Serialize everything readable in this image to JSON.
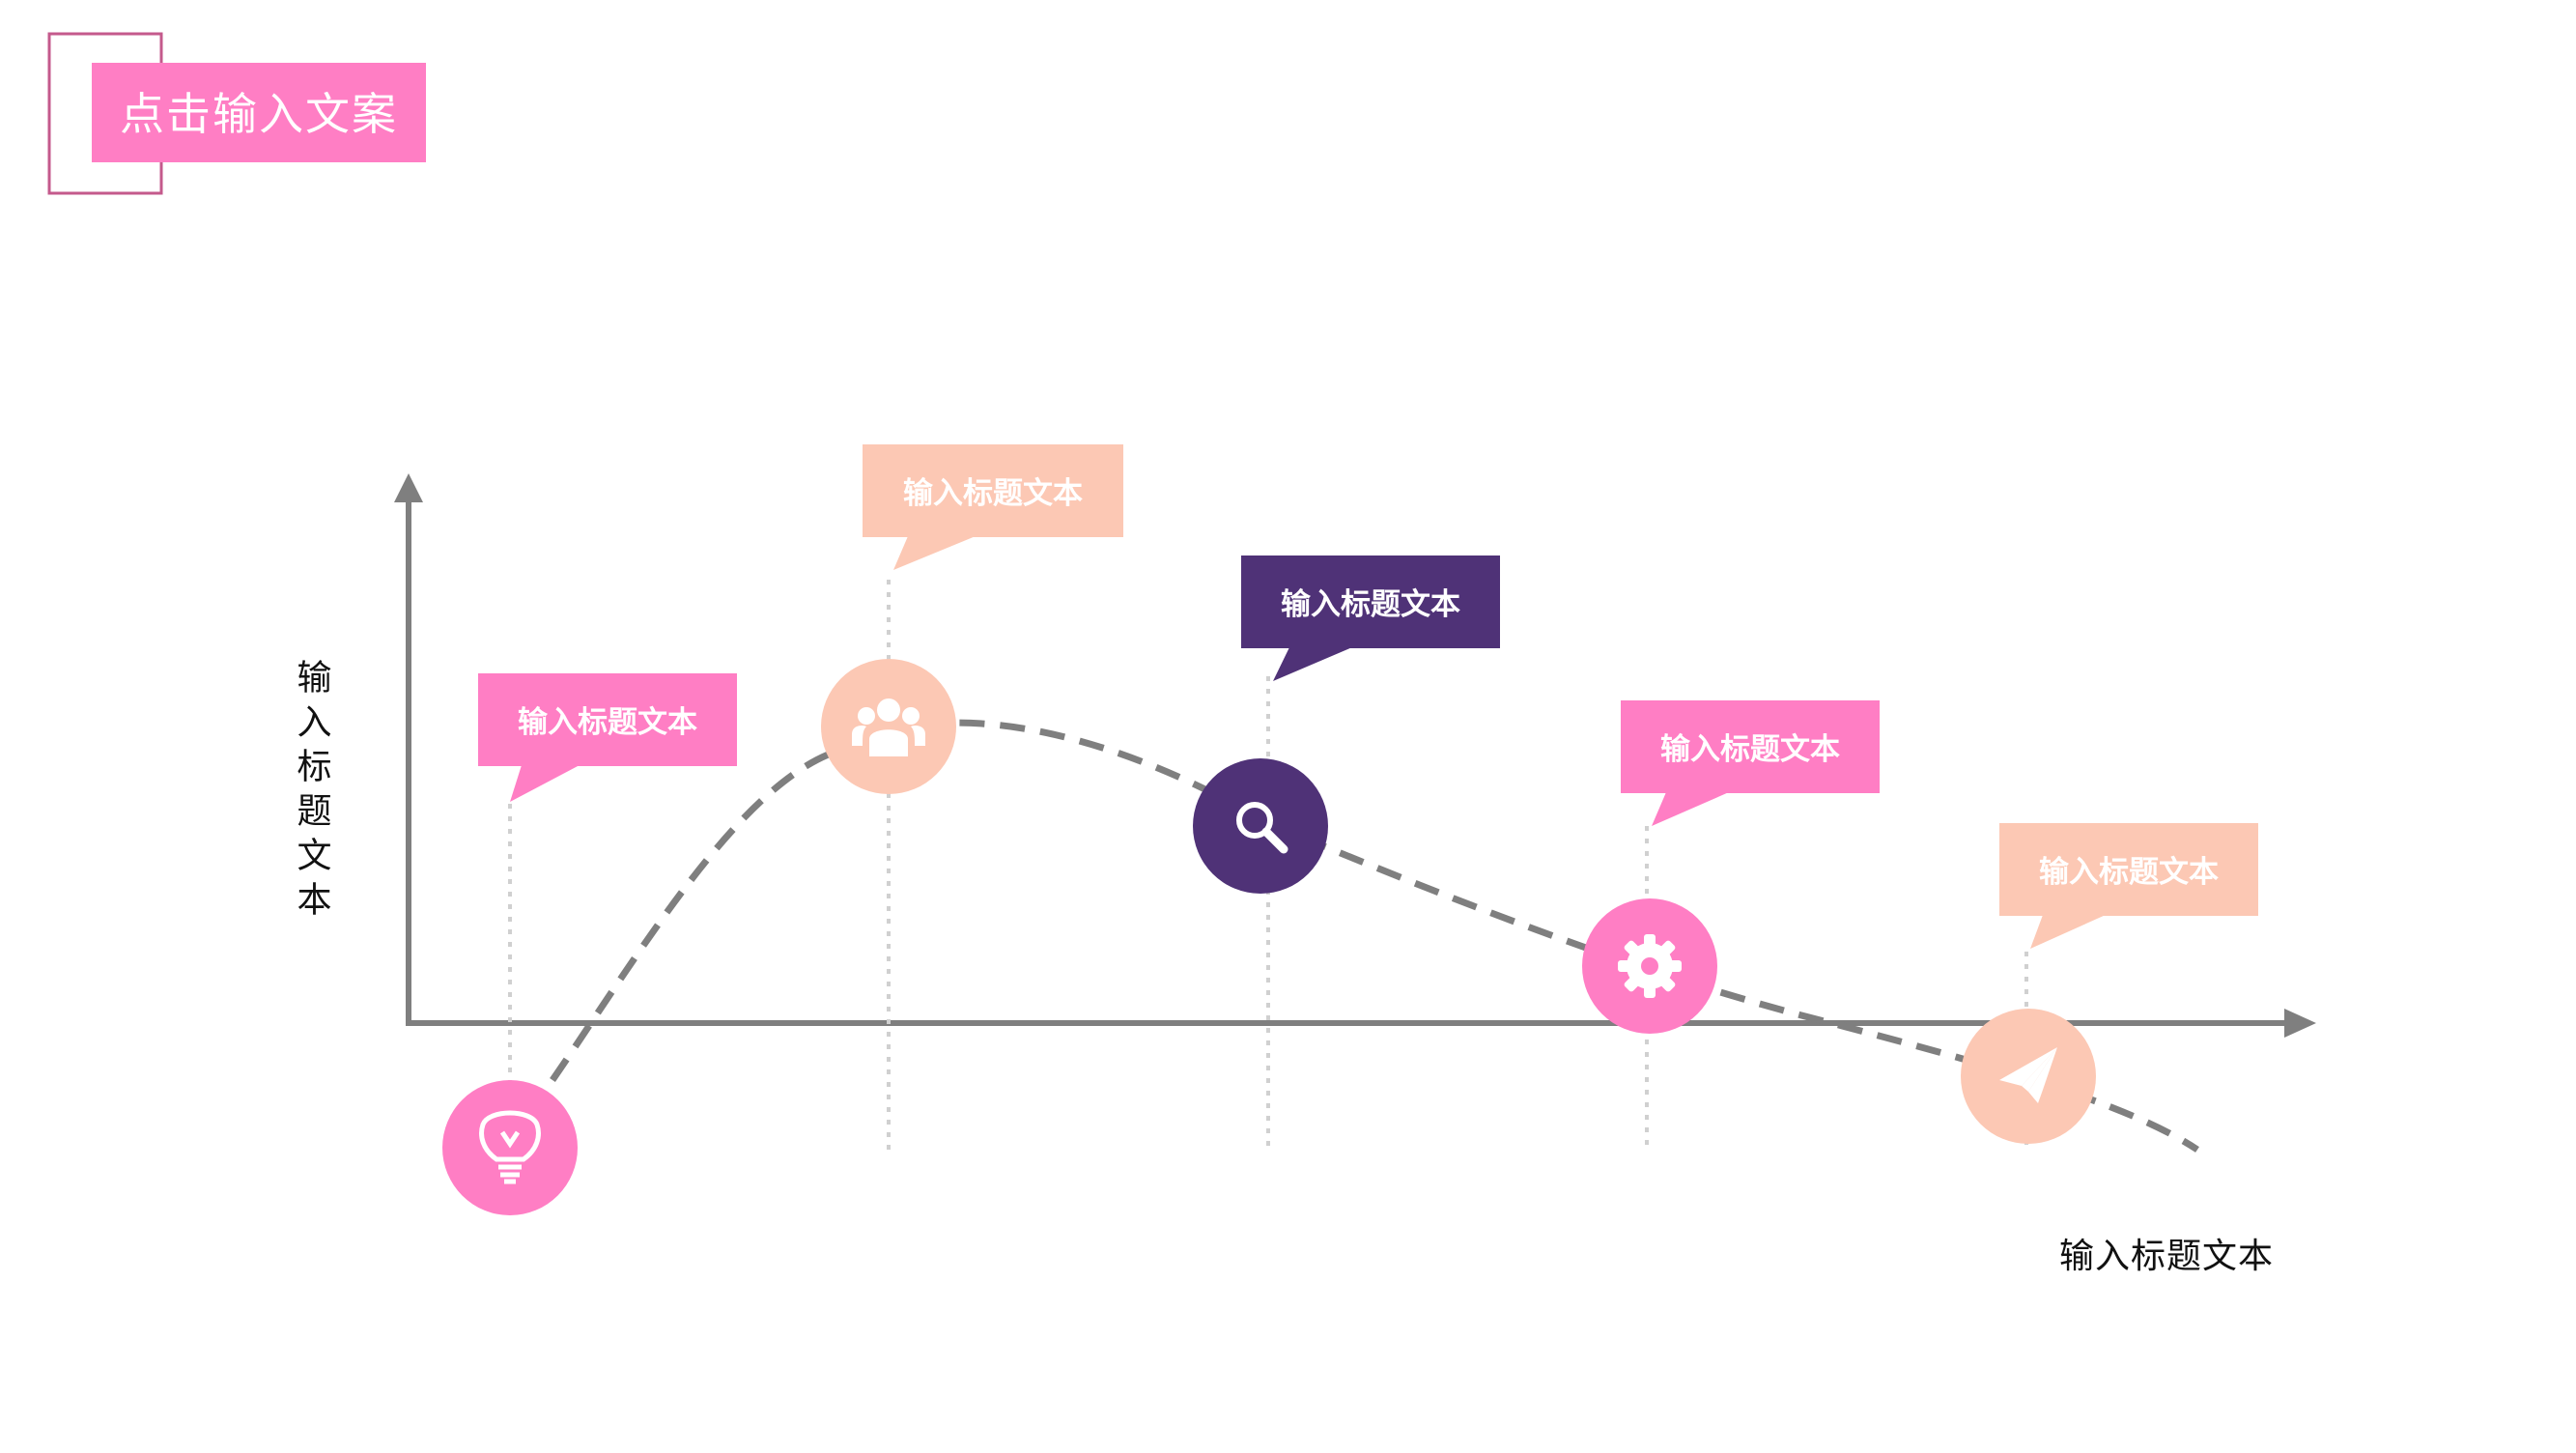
{
  "header": {
    "title": "点击输入文案",
    "frame_color": "#c45a8c",
    "fill_color": "#ff7ec4"
  },
  "axes": {
    "y_label": "输入标题文本",
    "x_label": "输入标题文本",
    "color": "#7f7f7f"
  },
  "curve": {
    "style": "dashed",
    "color": "#7f7f7f"
  },
  "nodes": [
    {
      "label": "输入标题文本",
      "icon": "lightbulb-icon",
      "color": "#ff7ec4",
      "callout_color": "#ff7ec4"
    },
    {
      "label": "输入标题文本",
      "icon": "people-icon",
      "color": "#fcc8b4",
      "callout_color": "#fcc8b4"
    },
    {
      "label": "输入标题文本",
      "icon": "search-icon",
      "color": "#4f3277",
      "callout_color": "#4f3277"
    },
    {
      "label": "输入标题文本",
      "icon": "gear-icon",
      "color": "#ff7ec4",
      "callout_color": "#ff7ec4"
    },
    {
      "label": "输入标题文本",
      "icon": "paper-plane-icon",
      "color": "#fcc8b4",
      "callout_color": "#fcc8b4"
    }
  ]
}
